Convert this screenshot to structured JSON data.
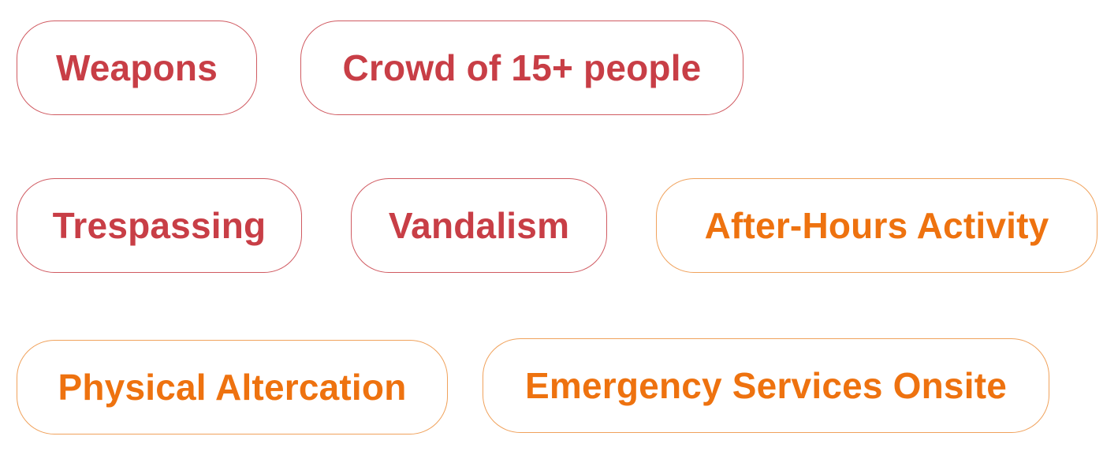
{
  "tags": {
    "weapons": "Weapons",
    "crowd": "Crowd of 15+ people",
    "trespassing": "Trespassing",
    "vandalism": "Vandalism",
    "after_hours": "After-Hours Activity",
    "physical_altercation": "Physical Altercation",
    "emergency_services": "Emergency Services Onsite"
  },
  "colors": {
    "high_severity": "#c83e46",
    "medium_severity": "#ee720f"
  }
}
